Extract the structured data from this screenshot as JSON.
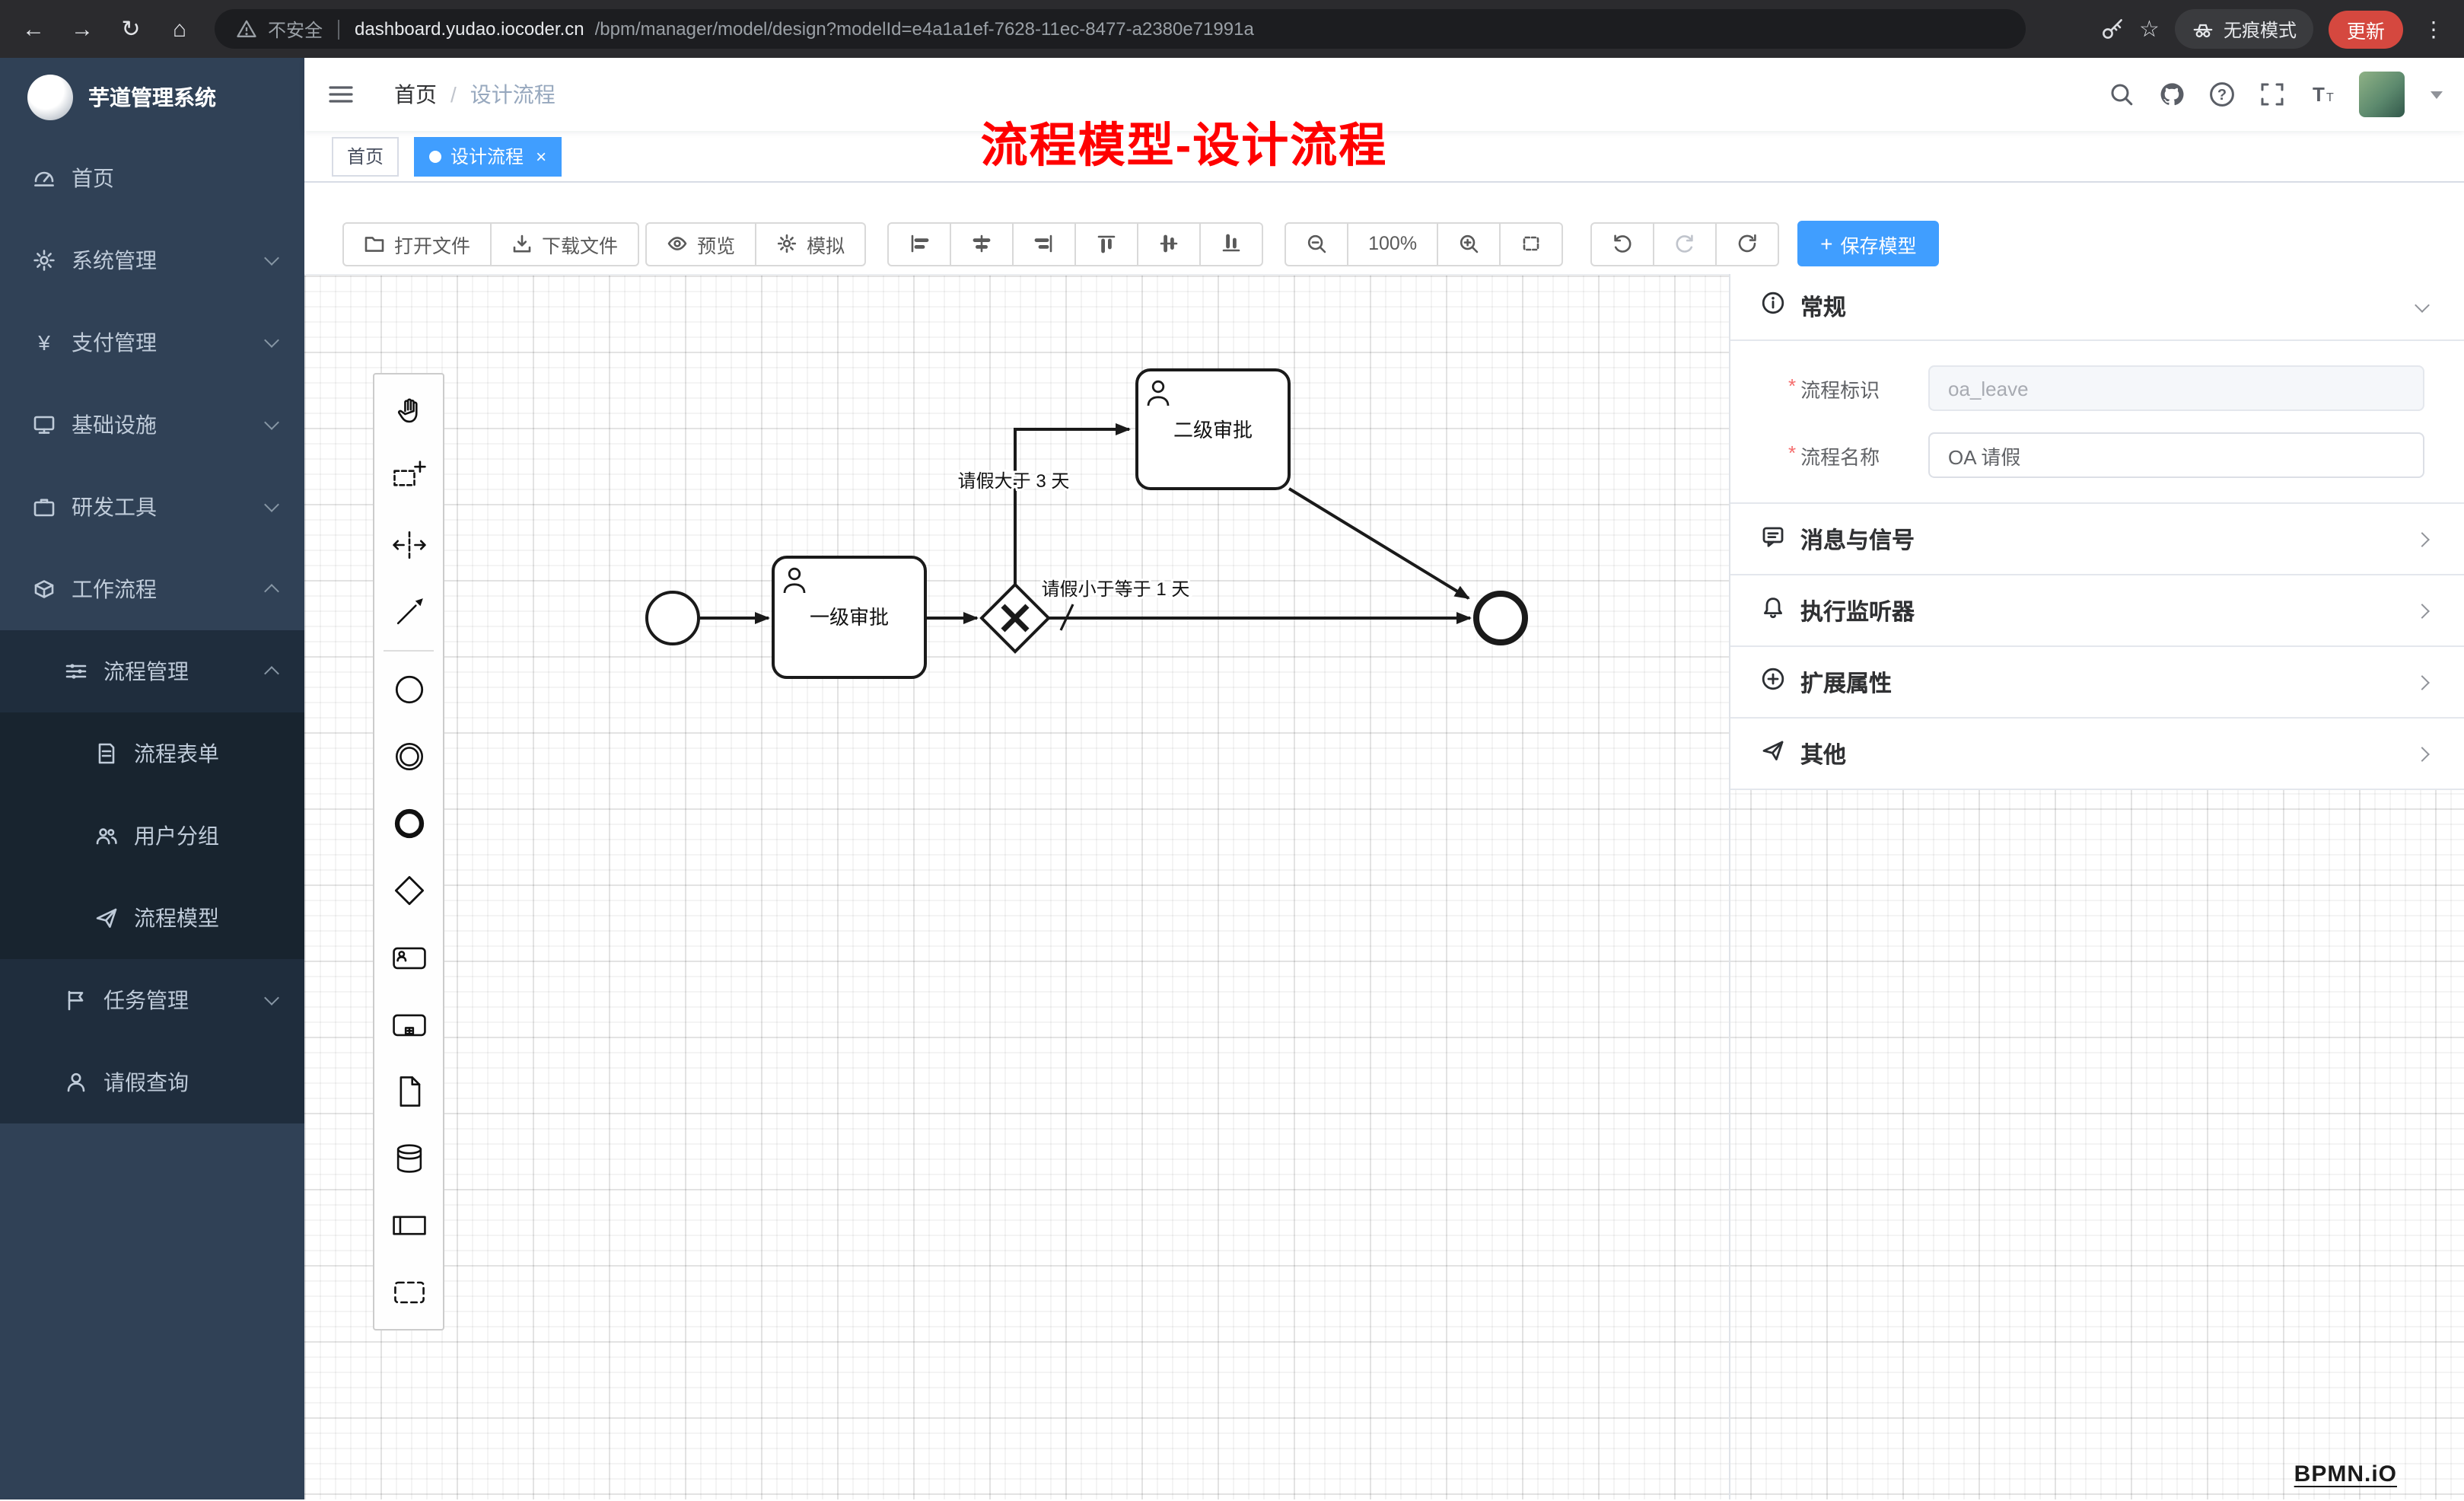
{
  "browser": {
    "security_label": "不安全",
    "url_domain": "dashboard.yudao.iocoder.cn",
    "url_path": "/bpm/manager/model/design?modelId=e4a1a1ef-7628-11ec-8477-a2380e71991a",
    "incognito_label": "无痕模式",
    "update_label": "更新"
  },
  "sidebar": {
    "title": "芋道管理系统",
    "items": [
      {
        "label": "首页"
      },
      {
        "label": "系统管理"
      },
      {
        "label": "支付管理"
      },
      {
        "label": "基础设施"
      },
      {
        "label": "研发工具"
      },
      {
        "label": "工作流程"
      },
      {
        "label": "流程管理"
      },
      {
        "label": "流程表单"
      },
      {
        "label": "用户分组"
      },
      {
        "label": "流程模型"
      },
      {
        "label": "任务管理"
      },
      {
        "label": "请假查询"
      }
    ]
  },
  "nav": {
    "breadcrumb_home": "首页",
    "breadcrumb_current": "设计流程"
  },
  "tabs": {
    "home": "首页",
    "active": "设计流程"
  },
  "annotation": {
    "text": "流程模型-设计流程",
    "color": "#ff0000"
  },
  "toolbar": {
    "open_file": "打开文件",
    "download_file": "下载文件",
    "preview": "预览",
    "simulate": "模拟",
    "zoom_level": "100%",
    "save_model": "保存模型"
  },
  "diagram": {
    "task_first": "一级审批",
    "task_second": "二级审批",
    "condition_gt": "请假大于 3 天",
    "condition_le": "请假小于等于 1 天"
  },
  "panel": {
    "general_title": "常规",
    "fields": [
      {
        "label": "流程标识",
        "value": "oa_leave"
      },
      {
        "label": "流程名称",
        "value": "OA 请假"
      }
    ],
    "sections": [
      {
        "label": "消息与信号"
      },
      {
        "label": "执行监听器"
      },
      {
        "label": "扩展属性"
      },
      {
        "label": "其他"
      }
    ]
  },
  "watermark": "BPMN.iO",
  "colors": {
    "accent": "#409eff",
    "annotation_red": "#ff0000",
    "update_red": "#d5483f",
    "sidebar_bg": "#304156"
  }
}
